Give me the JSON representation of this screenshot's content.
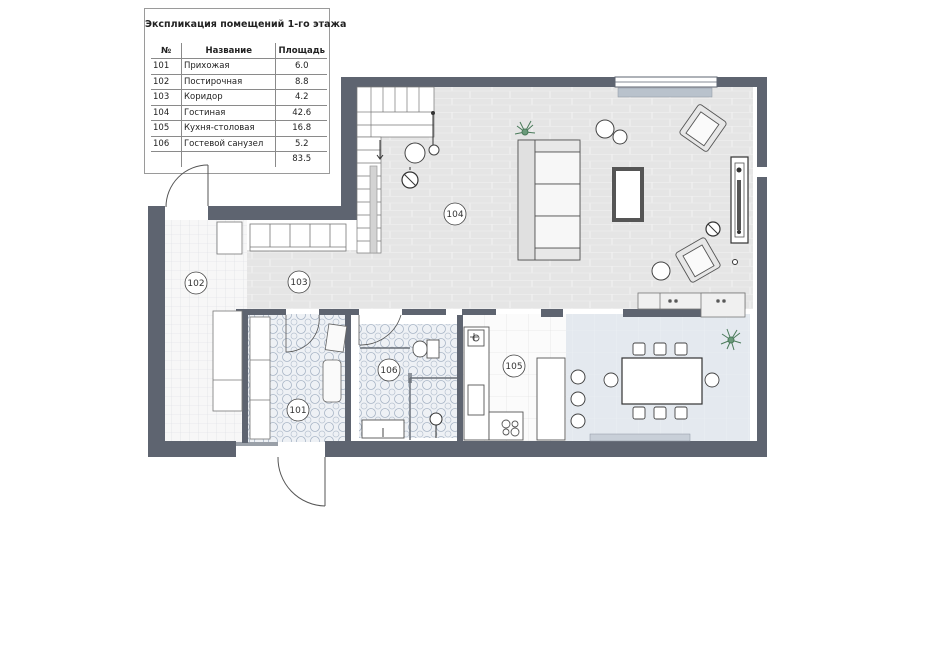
{
  "legend": {
    "title": "Экспликация помещений 1-го этажа",
    "headers": {
      "no": "№",
      "name": "Название",
      "area": "Площадь"
    },
    "rows": [
      {
        "no": "101",
        "name": "Прихожая",
        "area": "6.0"
      },
      {
        "no": "102",
        "name": "Постирочная",
        "area": "8.8"
      },
      {
        "no": "103",
        "name": "Коридор",
        "area": "4.2"
      },
      {
        "no": "104",
        "name": "Гостиная",
        "area": "42.6"
      },
      {
        "no": "105",
        "name": "Кухня-столовая",
        "area": "16.8"
      },
      {
        "no": "106",
        "name": "Гостевой санузел",
        "area": "5.2"
      }
    ],
    "total": "83.5"
  },
  "rooms": {
    "r101": "101",
    "r102": "102",
    "r103": "103",
    "r104": "104",
    "r105": "105",
    "r106": "106"
  },
  "colors": {
    "wall": "#5e6470",
    "wood_floor": "#e6e6e6",
    "tile_floor": "#f4f4f4",
    "dining_floor": "#e3e8ee"
  }
}
